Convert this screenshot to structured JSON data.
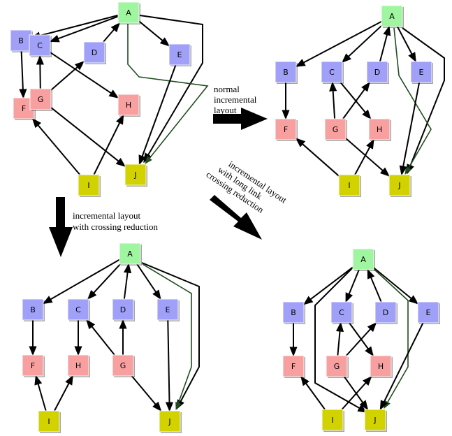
{
  "colors": {
    "green_fill": "#a0f5a0",
    "blue_fill": "#a0a0f8",
    "pink_fill": "#f8a0a0",
    "yellow_fill": "#d2d200",
    "edge": "#000000",
    "long_edge": "#1f4d1f"
  },
  "captions": {
    "normal": [
      "normal",
      "incremental",
      "layout"
    ],
    "crossing": [
      "incremental layout",
      "with crossing reduction"
    ],
    "long_link": [
      "incremental layout",
      "with long link",
      "crossing reduction"
    ]
  },
  "panels": [
    {
      "id": "original",
      "nodes": [
        {
          "id": "A",
          "label": "A",
          "group": "green"
        },
        {
          "id": "B",
          "label": "B",
          "group": "blue"
        },
        {
          "id": "C",
          "label": "C",
          "group": "blue"
        },
        {
          "id": "D",
          "label": "D",
          "group": "blue"
        },
        {
          "id": "E",
          "label": "E",
          "group": "blue"
        },
        {
          "id": "F",
          "label": "F",
          "group": "pink"
        },
        {
          "id": "G",
          "label": "G",
          "group": "pink"
        },
        {
          "id": "H",
          "label": "H",
          "group": "pink"
        },
        {
          "id": "I",
          "label": "I",
          "group": "yellow"
        },
        {
          "id": "J",
          "label": "J",
          "group": "yellow"
        }
      ]
    },
    {
      "id": "normal-incremental",
      "nodes": [
        {
          "id": "A",
          "label": "A",
          "group": "green"
        },
        {
          "id": "B",
          "label": "B",
          "group": "blue"
        },
        {
          "id": "C",
          "label": "C",
          "group": "blue"
        },
        {
          "id": "D",
          "label": "D",
          "group": "blue"
        },
        {
          "id": "E",
          "label": "E",
          "group": "blue"
        },
        {
          "id": "F",
          "label": "F",
          "group": "pink"
        },
        {
          "id": "G",
          "label": "G",
          "group": "pink"
        },
        {
          "id": "H",
          "label": "H",
          "group": "pink"
        },
        {
          "id": "I",
          "label": "I",
          "group": "yellow"
        },
        {
          "id": "J",
          "label": "J",
          "group": "yellow"
        }
      ]
    },
    {
      "id": "crossing-reduction",
      "nodes": [
        {
          "id": "A",
          "label": "A",
          "group": "green"
        },
        {
          "id": "B",
          "label": "B",
          "group": "blue"
        },
        {
          "id": "C",
          "label": "C",
          "group": "blue"
        },
        {
          "id": "D",
          "label": "D",
          "group": "blue"
        },
        {
          "id": "E",
          "label": "E",
          "group": "blue"
        },
        {
          "id": "F",
          "label": "F",
          "group": "pink"
        },
        {
          "id": "H",
          "label": "H",
          "group": "pink"
        },
        {
          "id": "G",
          "label": "G",
          "group": "pink"
        },
        {
          "id": "I",
          "label": "I",
          "group": "yellow"
        },
        {
          "id": "J",
          "label": "J",
          "group": "yellow"
        }
      ]
    },
    {
      "id": "long-link-crossing-reduction",
      "nodes": [
        {
          "id": "A",
          "label": "A",
          "group": "green"
        },
        {
          "id": "B",
          "label": "B",
          "group": "blue"
        },
        {
          "id": "C",
          "label": "C",
          "group": "blue"
        },
        {
          "id": "D",
          "label": "D",
          "group": "blue"
        },
        {
          "id": "E",
          "label": "E",
          "group": "blue"
        },
        {
          "id": "F",
          "label": "F",
          "group": "pink"
        },
        {
          "id": "G",
          "label": "G",
          "group": "pink"
        },
        {
          "id": "H",
          "label": "H",
          "group": "pink"
        },
        {
          "id": "I",
          "label": "I",
          "group": "yellow"
        },
        {
          "id": "J",
          "label": "J",
          "group": "yellow"
        }
      ]
    }
  ],
  "edges": [
    {
      "from": "A",
      "to": "B"
    },
    {
      "from": "A",
      "to": "C"
    },
    {
      "from": "D",
      "to": "A"
    },
    {
      "from": "A",
      "to": "E"
    },
    {
      "from": "A",
      "to": "J",
      "kind": "long"
    },
    {
      "from": "A",
      "to": "J",
      "kind": "long-highlight"
    },
    {
      "from": "B",
      "to": "F"
    },
    {
      "from": "G",
      "to": "C"
    },
    {
      "from": "G",
      "to": "D"
    },
    {
      "from": "C",
      "to": "H"
    },
    {
      "from": "G",
      "to": "J"
    },
    {
      "from": "E",
      "to": "J"
    },
    {
      "from": "I",
      "to": "F"
    },
    {
      "from": "I",
      "to": "H"
    }
  ]
}
